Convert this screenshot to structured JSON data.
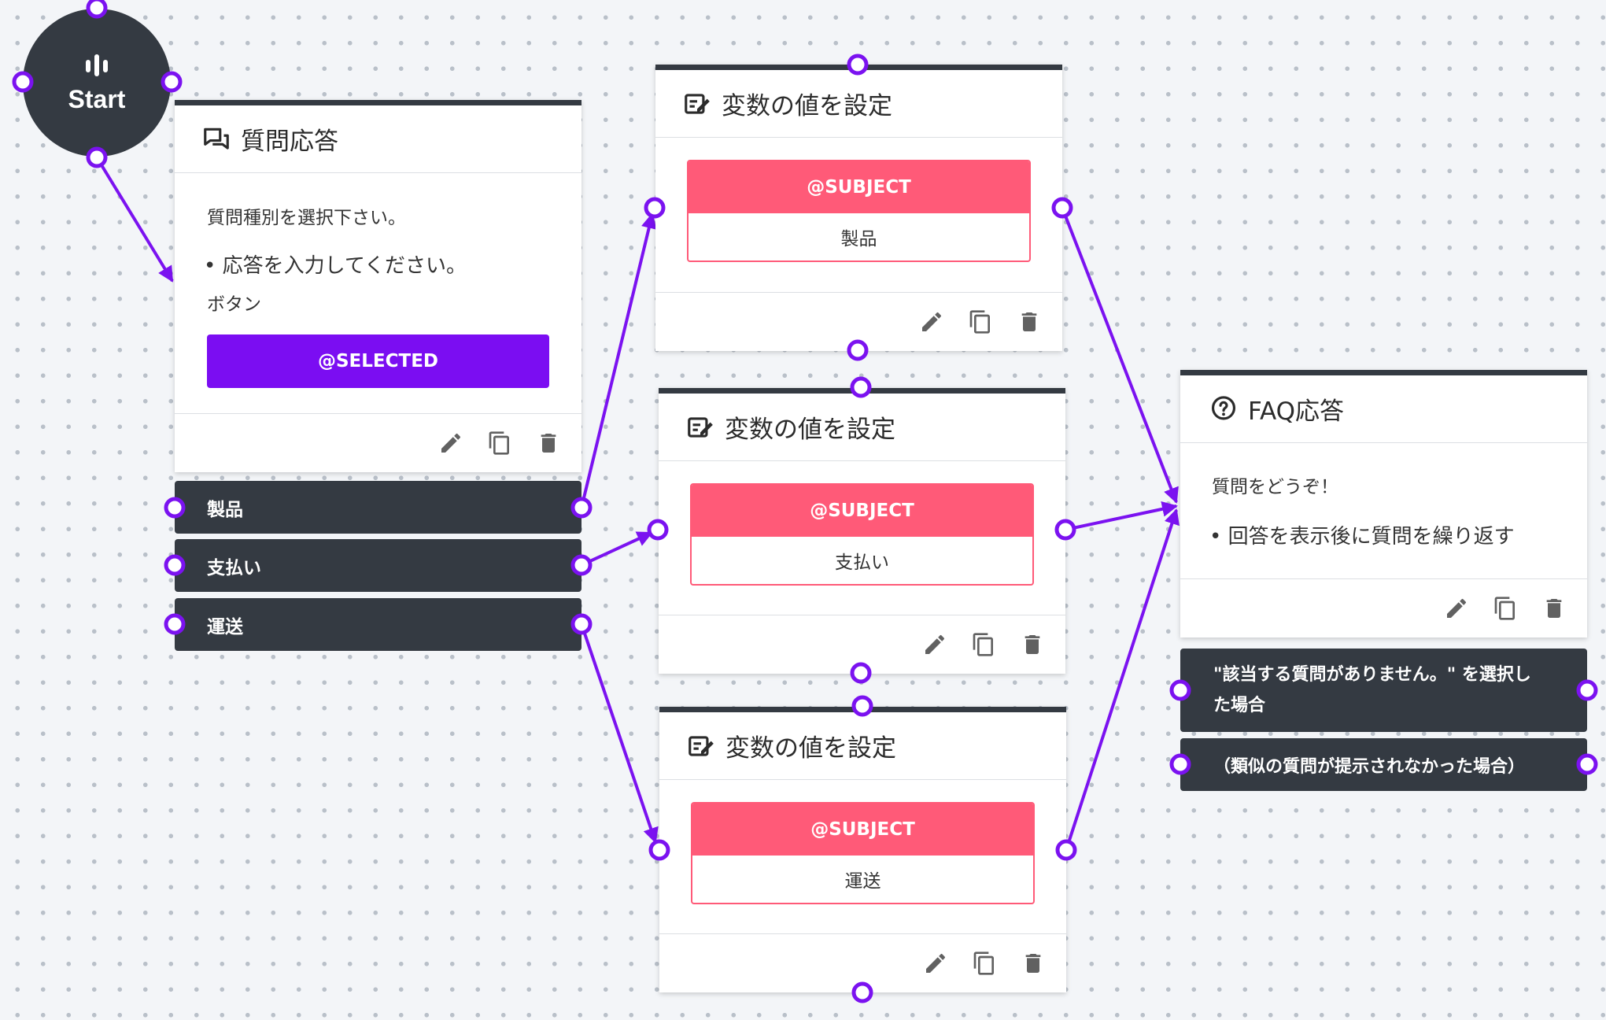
{
  "colors": {
    "accent": "#7b12f0",
    "button": "#7b0df2",
    "variable": "#ff5a78",
    "dark": "#343a42"
  },
  "start_node": {
    "label": "Start",
    "icon": "audio-bars-icon"
  },
  "question_node": {
    "title": "質問応答",
    "icon": "chat-bubbles-icon",
    "prompt": "質問種別を選択下さい。",
    "instruction": "• 応答を入力してください。",
    "buttons_label": "ボタン",
    "button_value": "@SELECTED",
    "options": [
      "製品",
      "支払い",
      "運送"
    ]
  },
  "set_variable_nodes": [
    {
      "title": "変数の値を設定",
      "icon": "edit-note-icon",
      "variable": "@SUBJECT",
      "value": "製品"
    },
    {
      "title": "変数の値を設定",
      "icon": "edit-note-icon",
      "variable": "@SUBJECT",
      "value": "支払い"
    },
    {
      "title": "変数の値を設定",
      "icon": "edit-note-icon",
      "variable": "@SUBJECT",
      "value": "運送"
    }
  ],
  "faq_node": {
    "title": "FAQ応答",
    "icon": "help-circle-icon",
    "prompt": "質問をどうぞ！",
    "option_text": "• 回答を表示後に質問を繰り返す",
    "branches": [
      "\"該当する質問がありません。\" を選択し",
      "た場合",
      "（類似の質問が提示されなかった場合）"
    ]
  },
  "footer_actions": [
    "edit-icon",
    "copy-icon",
    "delete-icon"
  ]
}
